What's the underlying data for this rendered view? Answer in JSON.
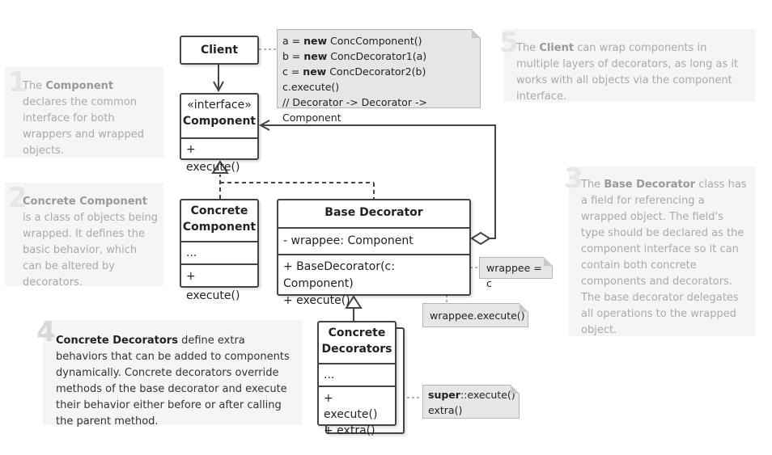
{
  "client": {
    "label": "Client"
  },
  "component": {
    "stereotype": "«interface»",
    "name": "Component",
    "method": "+ execute()"
  },
  "concrete_component": {
    "name_line1": "Concrete",
    "name_line2": "Component",
    "fields": "...",
    "method": "+ execute()"
  },
  "base_decorator": {
    "name": "Base Decorator",
    "field": "- wrappee: Component",
    "method1": "+ BaseDecorator(c: Component)",
    "method2": "+ execute()"
  },
  "concrete_decorators": {
    "name_line1": "Concrete",
    "name_line2": "Decorators",
    "fields": "...",
    "method1": "+ execute()",
    "method2": "+ extra()"
  },
  "client_code": {
    "line1_pre": "a = ",
    "line1_kw": "new",
    "line1_post": " ConcComponent()",
    "line2_pre": "b = ",
    "line2_kw": "new",
    "line2_post": " ConcDecorator1(a)",
    "line3_pre": "c = ",
    "line3_kw": "new",
    "line3_post": " ConcDecorator2(b)",
    "line4": "c.execute()",
    "line5": "// Decorator -> Decorator -> Component"
  },
  "note_wrappee": "wrappee = c",
  "note_wrappee_execute": "wrappee.execute()",
  "note_super": {
    "kw": "super",
    "rest": "::execute()",
    "line2": "extra()"
  },
  "notes": [
    {
      "num": "1",
      "bold": "Component",
      "pre": "The ",
      "post": " declares the common interface for both wrappers and wrapped objects."
    },
    {
      "num": "2",
      "bold": "Concrete Component",
      "pre": "",
      "post": " is a class of objects being wrapped. It defines the basic behavior, which can be altered by decorators."
    },
    {
      "num": "3",
      "bold": "Base Decorator",
      "pre": "The ",
      "post": " class has a field for referencing a wrapped object. The field's type should be declared as the component interface so it can contain both concrete components and decorators. The base decorator delegates all operations to the wrapped object."
    },
    {
      "num": "4",
      "bold": "Concrete Decorators",
      "pre": "",
      "post": " define extra behaviors that can be added to components dynamically. Concrete decorators override methods of the base decorator and execute their behavior either before or after calling the parent method."
    },
    {
      "num": "5",
      "bold": "Client",
      "pre": "The ",
      "post": " can wrap components in multiple layers of decorators, as long as it works with all objects via the component interface."
    }
  ]
}
